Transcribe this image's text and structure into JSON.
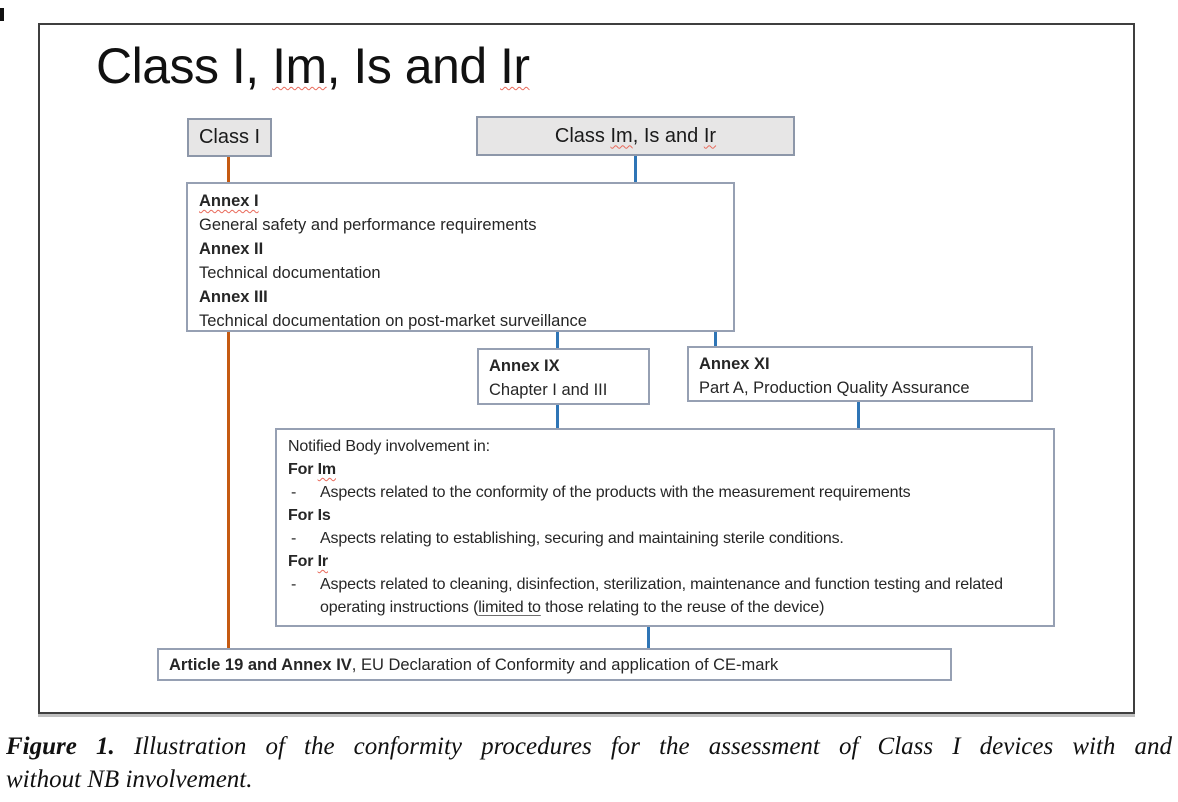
{
  "title": {
    "part1": "Class I, ",
    "im": "Im",
    "part2": ", Is and ",
    "ir": "Ir"
  },
  "class_i_box": {
    "label": "Class I"
  },
  "class_im_box": {
    "part1": "Class ",
    "im": "Im",
    "part2": ", Is and ",
    "ir": "Ir"
  },
  "annex_box": {
    "line1_bold": "Annex I",
    "line2": "General safety and performance requirements",
    "line3_bold": "Annex II",
    "line4": "Technical documentation",
    "line5_bold": "Annex III",
    "line6": "Technical documentation on post-market surveillance"
  },
  "annex_ix_box": {
    "title": "Annex IX",
    "subtitle": "Chapter I and III"
  },
  "annex_xi_box": {
    "title": "Annex XI",
    "subtitle": "Part A, Production Quality Assurance"
  },
  "nb_box": {
    "intro": "Notified Body involvement in:",
    "for_im_prefix": "For ",
    "for_im_word": "Im",
    "bullet_im_marker": "-",
    "bullet_im": "Aspects related to the conformity of the products with the measurement requirements",
    "for_is": "For Is",
    "bullet_is_marker": "-",
    "bullet_is": "Aspects relating to establishing, securing and maintaining sterile conditions.",
    "for_ir_prefix": "For ",
    "for_ir_word": "Ir",
    "bullet_ir_marker": "-",
    "bullet_ir_part1": "Aspects related to cleaning, disinfection, sterilization, maintenance and function testing and related operating instructions (",
    "bullet_ir_underlined": "limited to",
    "bullet_ir_part2": " those relating to the reuse of the device)"
  },
  "article_box": {
    "bold": "Article 19 and Annex IV",
    "rest": ", EU Declaration of Conformity and application of CE-mark"
  },
  "caption": {
    "fig_label": "Figure 1.",
    "line1_rest": "Illustration of the conformity procedures for the assessment of Class I devices with and",
    "line2": "without NB involvement."
  },
  "colors": {
    "class_i_branch_line": "#C55A11",
    "class_im_branch_line": "#2E75B6",
    "gray_box_fill": "#E7E6E6",
    "frame_border": "#3F3F3F"
  }
}
